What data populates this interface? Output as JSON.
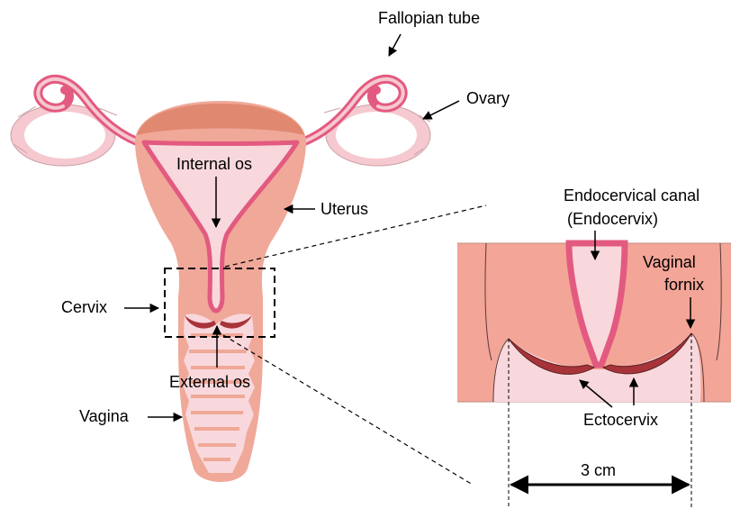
{
  "labels": {
    "fallopian_tube": "Fallopian tube",
    "ovary": "Ovary",
    "internal_os": "Internal os",
    "uterus": "Uterus",
    "cervix": "Cervix",
    "external_os": "External os",
    "vagina": "Vagina",
    "endocervical_canal": "Endocervical canal",
    "endocervix": "(Endocervix)",
    "vaginal_fornix_line1": "Vaginal",
    "vaginal_fornix_line2": "fornix",
    "ectocervix": "Ectocervix",
    "scale": "3 cm"
  },
  "colors": {
    "uterus_fill": "#f0a898",
    "uterus_top": "#e08870",
    "tube_pink": "#e35a80",
    "tube_light": "#f5c9cf",
    "lining": "#f8d8dc",
    "ovary": "#ffffff",
    "ectocervix_dark": "#a8343a",
    "zoom_bg": "#f3a597"
  }
}
